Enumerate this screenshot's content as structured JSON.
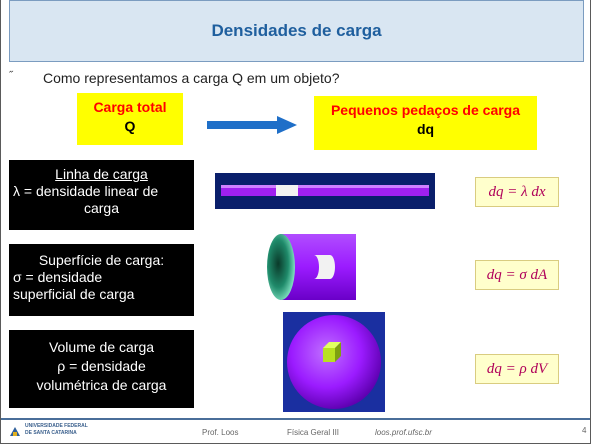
{
  "title": "Densidades de carga",
  "question_mark": "˝",
  "question": "Como representamos a carga Q em um objeto?",
  "box_total": {
    "line1": "Carga total",
    "line2": "Q"
  },
  "box_pieces": {
    "line1": "Pequenos pedaços de carga",
    "line2": "dq"
  },
  "line_box": {
    "title": "Linha  de carga",
    "line2": "λ = densidade linear de",
    "line3": "carga"
  },
  "surface_box": {
    "title": "Superfície de carga:",
    "line2": "σ = densidade",
    "line3": "superficial de carga"
  },
  "volume_box": {
    "title": "Volume de carga",
    "line2": "ρ = densidade",
    "line3": "volumétrica de carga"
  },
  "formulas": {
    "linear": "dq = λ dx",
    "surface": "dq = σ dA",
    "volume": "dq = ρ dV"
  },
  "footer": {
    "university_line1": "UNIVERSIDADE FEDERAL",
    "university_line2": "DE SANTA CATARINA",
    "author": "Prof. Loos",
    "course": "Física Geral III",
    "site": "loos.prof.ufsc.br",
    "page": "4"
  },
  "colors": {
    "title_text": "#1f5f9e",
    "yellow_box": "#ffff00",
    "red_text": "#ff0000",
    "formula_text": "#b0005a",
    "purple": "#9b1bff",
    "arrow_blue": "#1f6fc8"
  },
  "icons": {
    "bullet": "˝",
    "arrow": "right-arrow-icon",
    "logo": "ufsc-logo-icon"
  }
}
